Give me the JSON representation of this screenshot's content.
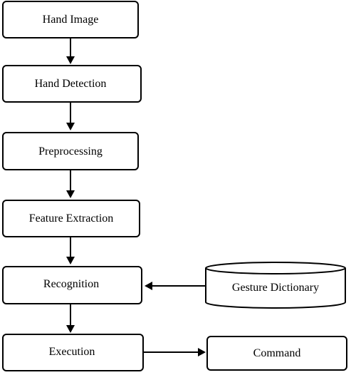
{
  "diagram": {
    "nodes": {
      "hand_image": "Hand Image",
      "hand_detection": "Hand Detection",
      "preprocessing": "Preprocessing",
      "feature_extraction": "Feature Extraction",
      "recognition": "Recognition",
      "execution": "Execution",
      "gesture_dictionary": "Gesture Dictionary",
      "command": "Command"
    }
  }
}
